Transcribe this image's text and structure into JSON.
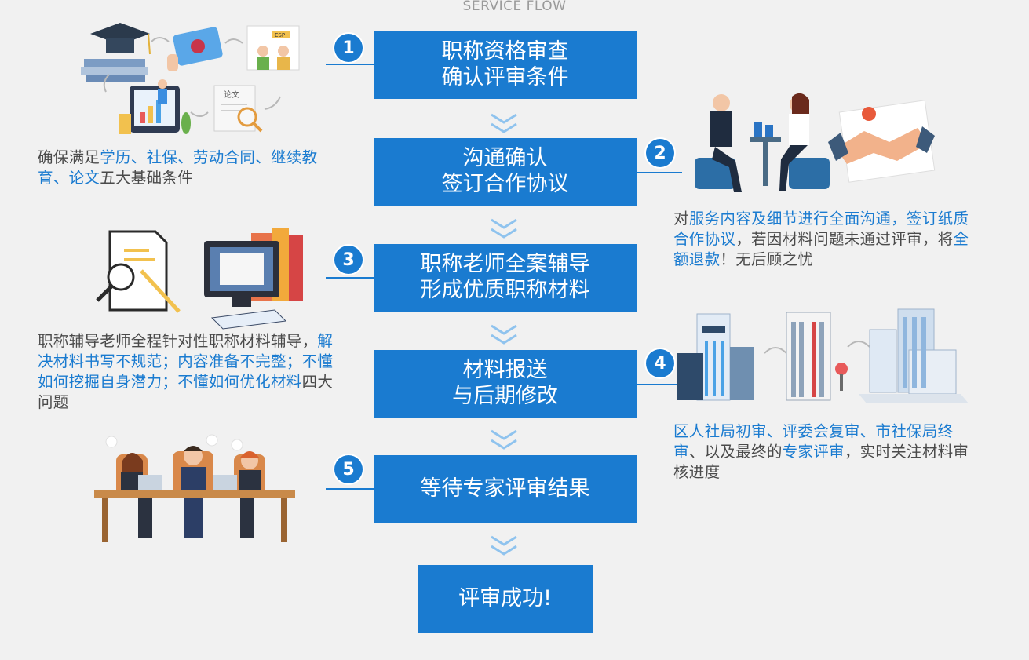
{
  "header": {
    "subtitle": "SERVICE FLOW"
  },
  "steps": [
    {
      "number": "1",
      "line1": "职称资格审查",
      "line2": "确认评审条件"
    },
    {
      "number": "2",
      "line1": "沟通确认",
      "line2": "签订合作协议"
    },
    {
      "number": "3",
      "line1": "职称老师全案辅导",
      "line2": "形成优质职称材料"
    },
    {
      "number": "4",
      "line1": "材料报送",
      "line2": "与后期修改"
    },
    {
      "number": "5",
      "line1": "等待专家评审结果"
    }
  ],
  "final_step": {
    "label": "评审成功!"
  },
  "descriptions": {
    "d1": {
      "p1": "确保满足",
      "h1": "学历、社保、劳动合同、继续教育、论文",
      "p2": "五大基础条件"
    },
    "d2": {
      "p1": "对",
      "h1": "服务内容及细节进行全面沟通，签订纸质合作协议",
      "p2": "，若因材料问题未通过评审，将",
      "h2": "全额退款",
      "p3": "！无后顾之忧"
    },
    "d3": {
      "p1": "职称辅导老师全程针对性职称材料辅导，",
      "h1": "解决材料书写不规范；内容准备不完整；不懂如何挖掘自身潜力；不懂如何优化材料",
      "p2": "四大问题"
    },
    "d4": {
      "h1": "区人社局初审、评委会复审、市社保局终审",
      "p1": "、以及最终的",
      "h2": "专家评审",
      "p2": "，实时关注材料审核进度"
    }
  },
  "illustration_text": {
    "paper_label": "论文",
    "esp_label": "ESP"
  },
  "colors": {
    "primary": "#1a7bd0",
    "chevron": "#8fc3ee",
    "text": "#4a4a4a",
    "background": "#f1f1f1"
  }
}
